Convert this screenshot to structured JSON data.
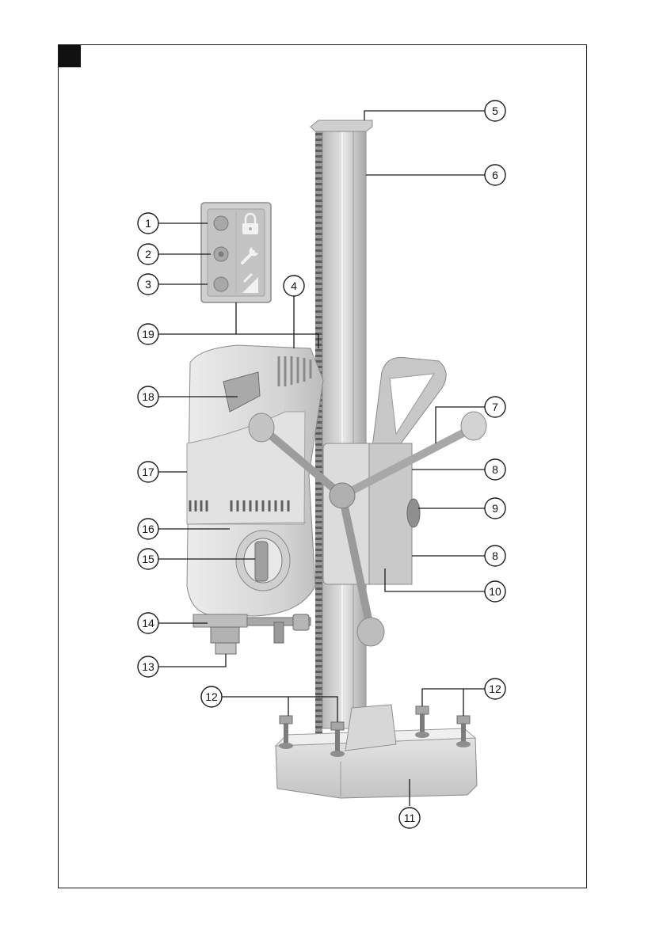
{
  "figure": {
    "label_box": "",
    "colors": {
      "frame": "#1a1a1a",
      "label_box": "#111111",
      "device": "#d9d9d9"
    },
    "callouts": [
      {
        "id": "c1",
        "text": "1"
      },
      {
        "id": "c2",
        "text": "2"
      },
      {
        "id": "c3",
        "text": "3"
      },
      {
        "id": "c4",
        "text": "4"
      },
      {
        "id": "c5",
        "text": "5"
      },
      {
        "id": "c6",
        "text": "6"
      },
      {
        "id": "c7",
        "text": "7"
      },
      {
        "id": "c8a",
        "text": "8"
      },
      {
        "id": "c9",
        "text": "9"
      },
      {
        "id": "c8b",
        "text": "8"
      },
      {
        "id": "c10",
        "text": "10"
      },
      {
        "id": "c11",
        "text": "11"
      },
      {
        "id": "c12a",
        "text": "12"
      },
      {
        "id": "c12b",
        "text": "12"
      },
      {
        "id": "c13",
        "text": "13"
      },
      {
        "id": "c14",
        "text": "14"
      },
      {
        "id": "c15",
        "text": "15"
      },
      {
        "id": "c16",
        "text": "16"
      },
      {
        "id": "c17",
        "text": "17"
      },
      {
        "id": "c18",
        "text": "18"
      },
      {
        "id": "c19",
        "text": "19"
      }
    ]
  }
}
